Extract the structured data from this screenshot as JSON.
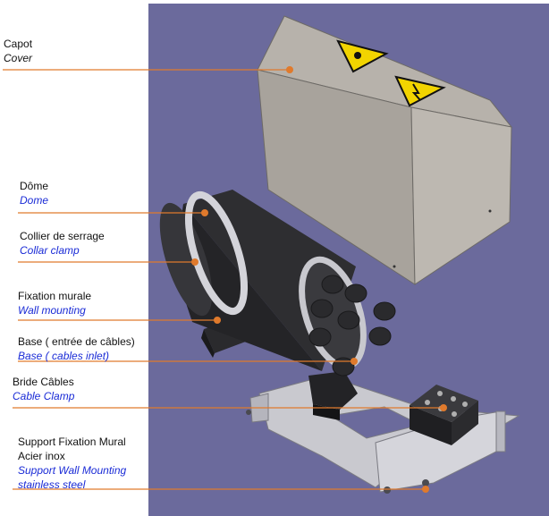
{
  "colors": {
    "background_panel": "#6b6a9c",
    "leader_line": "#e07a2c",
    "dot": "#e07a2c",
    "french_text": "#111111",
    "english_text": "#1a2bd6"
  },
  "labels": {
    "cover": {
      "fr": "Capot",
      "en": "Cover"
    },
    "dome": {
      "fr": "Dôme",
      "en": "Dome"
    },
    "collar": {
      "fr": "Collier de serrage",
      "en": "Collar clamp"
    },
    "wall": {
      "fr": "Fixation murale",
      "en": "Wall mounting"
    },
    "base": {
      "fr": "Base ( entrée de câbles)",
      "en": "Base ( cables inlet)"
    },
    "clamp": {
      "fr": "Bride Câbles",
      "en": "Cable Clamp"
    },
    "support": {
      "fr1": "Support Fixation Mural",
      "fr2": "Acier inox",
      "en1": "Support Wall Mounting",
      "en2": "stainless steel"
    }
  },
  "icons": {
    "warning_laser": "laser-warning-icon",
    "warning_electric": "electric-warning-icon"
  }
}
